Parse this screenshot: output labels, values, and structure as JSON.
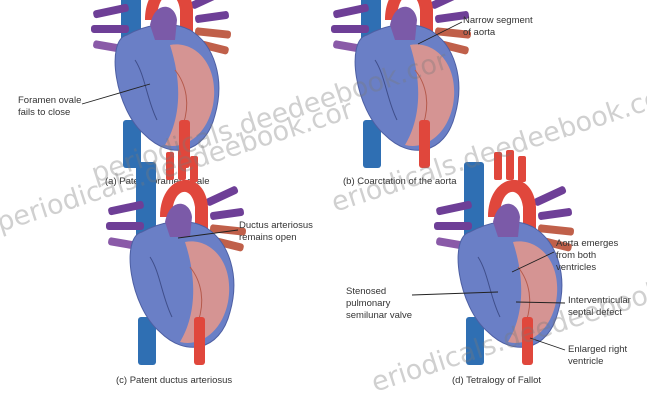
{
  "panels": {
    "a": {
      "caption": "(a) Patent foramen ovale",
      "labels": [
        "Foramen ovale",
        "fails to close"
      ]
    },
    "b": {
      "caption": "(b) Coarctation of the aorta",
      "labels": [
        "Narrow segment",
        "of aorta"
      ]
    },
    "c": {
      "caption": "(c) Patent ductus arteriosus",
      "labels": [
        "Ductus arteriosus",
        "remains open"
      ]
    },
    "d": {
      "caption": "(d) Tetralogy of Fallot",
      "labels_aorta": [
        "Aorta emerges",
        "from both",
        "ventricles"
      ],
      "labels_stenosed": [
        "Stenosed",
        "pulmonary",
        "semilunar valve"
      ],
      "labels_septal": [
        "Interventricular",
        "septal defect"
      ],
      "labels_enlarged": [
        "Enlarged right",
        "ventricle"
      ]
    }
  },
  "watermarks": [
    "periodicals.deedeebook.cor",
    "eriodicals.deedeebook.co",
    "periodicals.deedeebook.cor",
    "eriodicals.deedeebook.co"
  ],
  "colors": {
    "vena_cava": "#2f6fb3",
    "aorta": "#e0473c",
    "pulmonary": "#6e3f97",
    "heart_blue": "#6a7fc6",
    "heart_pink": "#e8988a"
  }
}
